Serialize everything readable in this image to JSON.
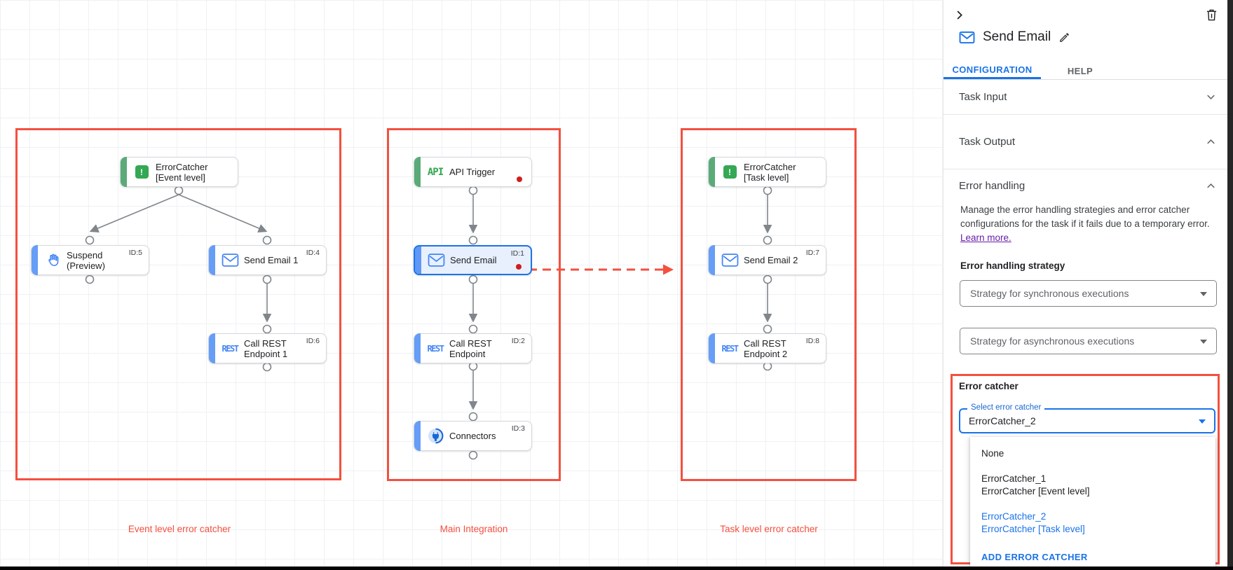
{
  "canvas": {
    "groups": [
      {
        "label": "Event level error catcher"
      },
      {
        "label": "Main Integration"
      },
      {
        "label": "Task level error catcher"
      }
    ],
    "nodes": [
      {
        "key": "error-catcher-event",
        "label": "ErrorCatcher\n[Event level]",
        "id_label": "",
        "icon": "error-catcher",
        "group": "event"
      },
      {
        "key": "suspend",
        "label": "Suspend\n(Preview)",
        "id_label": "ID:5",
        "icon": "hand",
        "group": "event"
      },
      {
        "key": "send-email-1",
        "label": "Send Email 1",
        "id_label": "ID:4",
        "icon": "mail",
        "group": "event"
      },
      {
        "key": "call-rest-endpoint-1",
        "label": "Call REST\nEndpoint 1",
        "id_label": "ID:6",
        "icon": "rest",
        "group": "event"
      },
      {
        "key": "api-trigger",
        "label": "API Trigger",
        "id_label": "",
        "icon": "api",
        "group": "main",
        "error_dot": true
      },
      {
        "key": "send-email",
        "label": "Send Email",
        "id_label": "ID:1",
        "icon": "mail",
        "group": "main",
        "selected": true,
        "error_dot": true
      },
      {
        "key": "call-rest-endpoint",
        "label": "Call REST\nEndpoint",
        "id_label": "ID:2",
        "icon": "rest",
        "group": "main"
      },
      {
        "key": "connectors",
        "label": "Connectors",
        "id_label": "ID:3",
        "icon": "connector",
        "group": "main"
      },
      {
        "key": "error-catcher-task",
        "label": "ErrorCatcher\n[Task level]",
        "id_label": "",
        "icon": "error-catcher",
        "group": "task"
      },
      {
        "key": "send-email-2",
        "label": "Send Email 2",
        "id_label": "ID:7",
        "icon": "mail",
        "group": "task"
      },
      {
        "key": "call-rest-endpoint-2",
        "label": "Call REST\nEndpoint 2",
        "id_label": "ID:8",
        "icon": "rest",
        "group": "task"
      }
    ],
    "error_catcher_icon_glyph": "!"
  },
  "panel": {
    "title": "Send Email",
    "tabs": [
      {
        "label": "CONFIGURATION",
        "active": true
      },
      {
        "label": "HELP",
        "active": false
      }
    ],
    "sections": {
      "task_input": "Task Input",
      "task_output": "Task Output",
      "error_handling": "Error handling"
    },
    "error_handling": {
      "description": "Manage the error handling strategies and error catcher configurations for the task if it fails due to a temporary error. ",
      "learn_more": "Learn more.",
      "strategy_label": "Error handling strategy",
      "sync_dropdown_value": "Strategy for synchronous executions",
      "async_dropdown_value": "Strategy for asynchronous executions",
      "error_catcher_label": "Error catcher",
      "select_label": "Select error catcher",
      "select_value": "ErrorCatcher_2",
      "menu": [
        {
          "name": "None",
          "desc": ""
        },
        {
          "name": "ErrorCatcher_1",
          "desc": "ErrorCatcher [Event level]",
          "selected": false
        },
        {
          "name": "ErrorCatcher_2",
          "desc": "ErrorCatcher [Task level]",
          "selected": true
        }
      ],
      "add_button": "ADD ERROR CATCHER"
    }
  },
  "colors": {
    "accent_blue": "#1a73e8",
    "node_blue_bar": "#669df6",
    "node_green_bar": "#5aab78",
    "green_icon": "#34a853",
    "highlight_red": "#f4503f",
    "error_dot_red": "#cf1d1d",
    "edge_gray": "#80868b",
    "link_purple": "#681da8"
  }
}
